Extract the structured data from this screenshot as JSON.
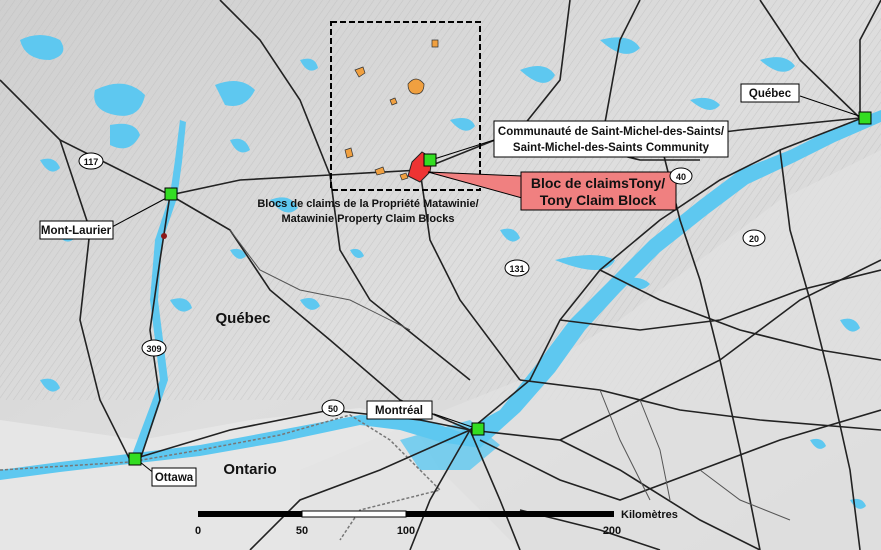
{
  "cities": {
    "quebec_city": "Québec",
    "mont_laurier": "Mont-Laurier",
    "montreal": "Montréal",
    "ottawa": "Ottawa"
  },
  "community": {
    "line1": "Communauté de Saint-Michel-des-Saints/",
    "line2": "Saint-Michel-des-Saints Community"
  },
  "tony_block": {
    "line1": "Bloc de claimsTony/",
    "line2": "Tony Claim Block"
  },
  "matawinie": {
    "line1": "Blocs de claims de la Propriété Matawinie/",
    "line2": "Matawinie Property Claim Blocks"
  },
  "provinces": {
    "quebec": "Québec",
    "ontario": "Ontario"
  },
  "highways": {
    "h117": "117",
    "h309": "309",
    "h131": "131",
    "h40": "40",
    "h20": "20",
    "h50": "50"
  },
  "scale": {
    "unit": "Kilomètres",
    "ticks": [
      "0",
      "50",
      "100",
      "200"
    ]
  },
  "colors": {
    "water": "#5ec8f0",
    "terrain": "#dcdcdc",
    "road": "#222222",
    "city_marker": "#33dd22",
    "claim_red": "#ee3333",
    "claim_orange": "#f0a040",
    "callout_red": "#f08080"
  }
}
